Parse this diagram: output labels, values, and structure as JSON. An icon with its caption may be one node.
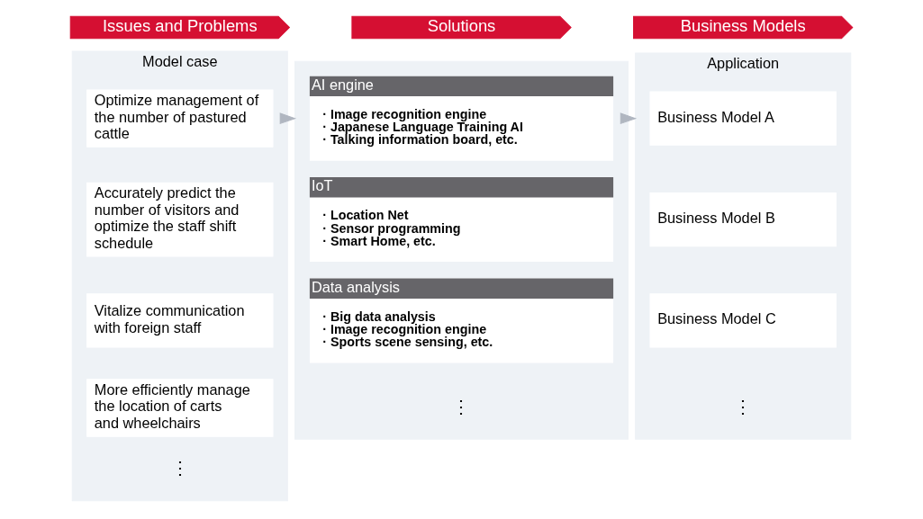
{
  "diagram": {
    "nodes": [
      {
        "text": [
          "Issues and Problems"
        ]
      },
      {
        "text": [
          "Model case"
        ]
      },
      {
        "text": [
          "Optimize management of the number of pastured cattle"
        ],
        "in": 1
      },
      {
        "text": [
          "Accurately predict the number of visitors and optimize the staff shift schedule"
        ],
        "in": 1
      },
      {
        "text": [
          "Vitalize communication with foreign staff"
        ],
        "in": 1
      },
      {
        "text": [
          "More efficiently manage the location of carts and wheelchairs"
        ],
        "in": 1
      },
      {
        "text": [
          "Solutions"
        ]
      },
      {
        "text": [],
        "shape": "box"
      },
      {
        "text": [
          "AI engine",
          "· Image recognition engine",
          "· Japanese Language Training AI",
          "· Talking information board, etc."
        ],
        "in": 7
      },
      {
        "text": [
          "IoT",
          "· Location Net",
          "· Sensor programming",
          "· Smart Home, etc."
        ],
        "in": 7
      },
      {
        "text": [
          "Data analysis",
          "· Big data analysis",
          "· Image recognition engine",
          "· Sports scene sensing, etc."
        ],
        "in": 7
      },
      {
        "text": [
          "Business Models"
        ]
      },
      {
        "text": [
          "Application"
        ]
      },
      {
        "text": [
          "Business Model A"
        ],
        "in": 12
      },
      {
        "text": [
          "Business Model B"
        ],
        "in": 12
      },
      {
        "text": [
          "Business Model C"
        ],
        "in": 12
      }
    ],
    "edges": [
      {
        "from": 1,
        "to": 7,
        "arrow": "to"
      },
      {
        "from": 7,
        "to": 12,
        "arrow": "to"
      }
    ],
    "labels": [
      "⋮",
      "⋮",
      "⋮"
    ]
  }
}
